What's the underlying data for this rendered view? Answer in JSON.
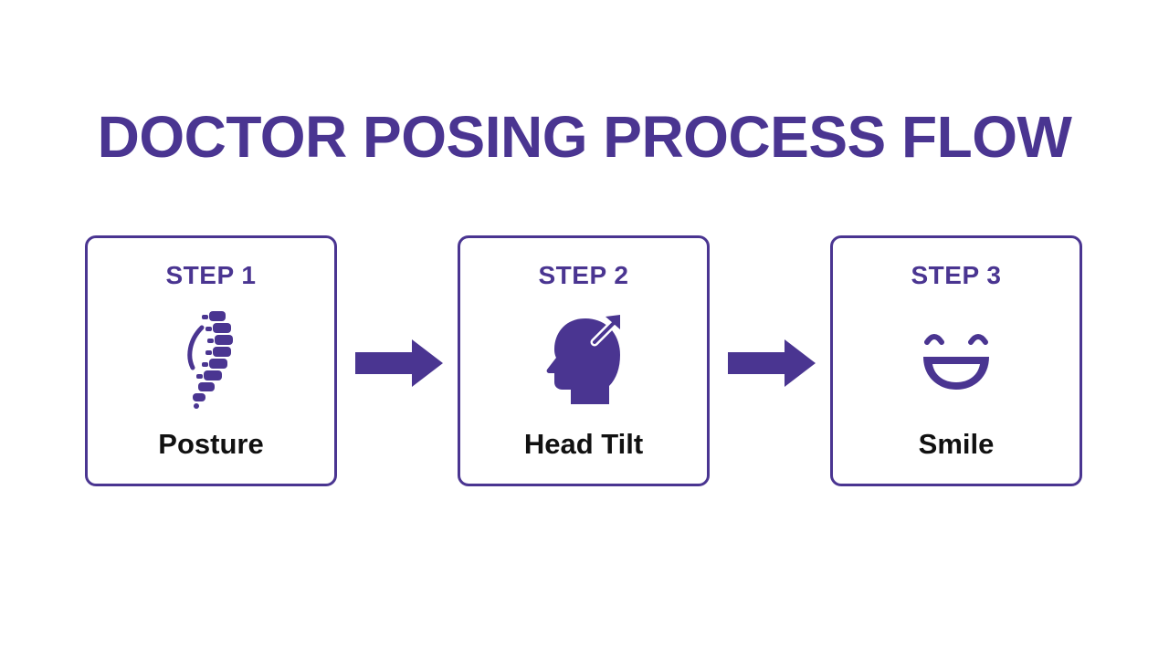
{
  "title": "DOCTOR POSING PROCESS FLOW",
  "accent_color": "#4a3591",
  "text_color": "#111111",
  "steps": [
    {
      "label": "STEP 1",
      "name": "Posture",
      "icon": "spine-icon"
    },
    {
      "label": "STEP 2",
      "name": "Head Tilt",
      "icon": "head-tilt-icon"
    },
    {
      "label": "STEP 3",
      "name": "Smile",
      "icon": "smile-icon"
    }
  ]
}
